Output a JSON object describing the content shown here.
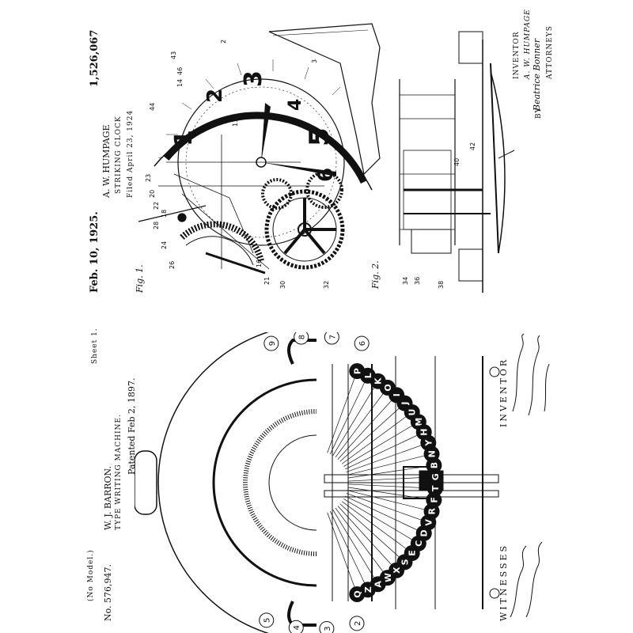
{
  "clock_patent": {
    "date": "Feb. 10, 1925.",
    "inventor_line": "A. W. HUMPAGE",
    "title": "STRIKING CLOCK",
    "filed": "Filed April 23, 1924",
    "number": "1,526,067",
    "fig1": "Fig. 1.",
    "fig2": "Fig. 2.",
    "inventor_label": "INVENTOR",
    "inventor_name": "A. W. HUMPAGE",
    "by": "BY",
    "attorneys_sig": "Beatrice Bonner",
    "attorneys": "ATTORNEYS",
    "dial_numerals": [
      "1",
      "2",
      "3",
      "4",
      "5",
      "6"
    ],
    "refs": [
      "2",
      "3",
      "14",
      "43",
      "46",
      "44",
      "11",
      "23",
      "20",
      "22",
      "18",
      "16",
      "26",
      "24",
      "28",
      "21",
      "30",
      "32",
      "34",
      "36",
      "38",
      "40",
      "42"
    ]
  },
  "typewriter_patent": {
    "no": "No. 576,947.",
    "inventor_line": "W. J. BARRON.",
    "title": "TYPE WRITING MACHINE.",
    "patented": "Patented Feb 2, 1897.",
    "sheet": "Sheet 1.",
    "model": "(No Model.)",
    "witnesses": "WITNESSES",
    "inventor_label": "INVENTOR",
    "keys_row1": [
      "P",
      "L",
      "K",
      "O",
      "I",
      "J",
      "U",
      "M",
      "H",
      "Y",
      "N",
      "B",
      "G",
      "T",
      "F",
      "R",
      "V",
      "D",
      "C",
      "E",
      "S",
      "X",
      "W",
      "A",
      "Z",
      "Q"
    ],
    "digits_left": [
      "9",
      "8",
      "7",
      "6"
    ],
    "digits_right": [
      "2",
      "3",
      "4",
      "5"
    ]
  }
}
